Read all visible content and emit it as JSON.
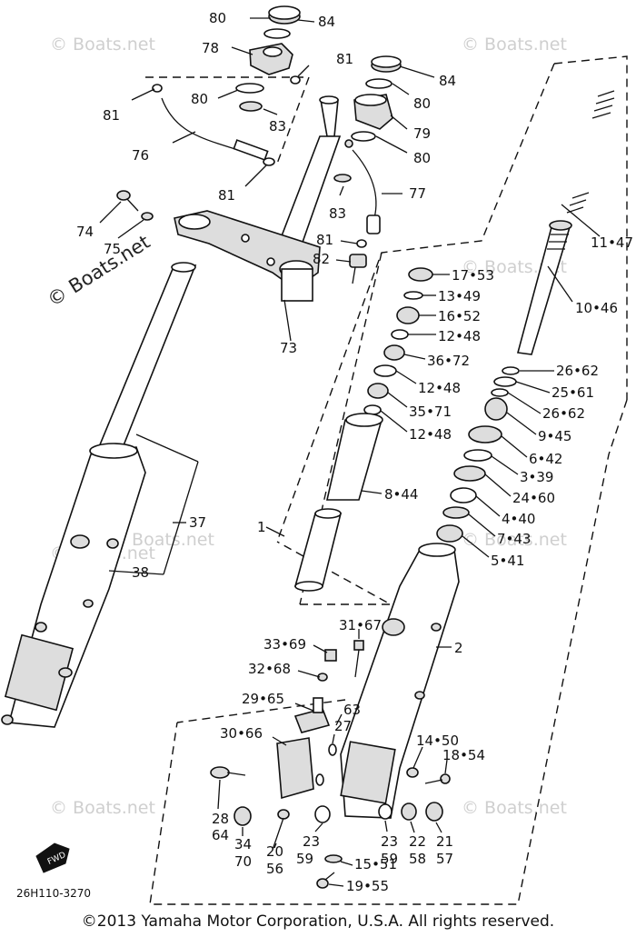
{
  "watermarks": [
    "© Boats.net",
    "© Boats.net",
    "© Boats.net",
    "© Boats.net",
    "© Boats.net",
    "© Boats.net",
    "© Boats.net",
    "© Boats.net"
  ],
  "watermark_main": "© Boats.net",
  "labels": {
    "p80a": "80",
    "p84a": "84",
    "p78": "78",
    "p81a": "81",
    "p81b": "81",
    "p80b": "80",
    "p83a": "83",
    "p84b": "84",
    "p80c": "80",
    "p79": "79",
    "p80d": "80",
    "p76": "76",
    "p81c": "81",
    "p77": "77",
    "p83b": "83",
    "p74": "74",
    "p75": "75",
    "p81d": "81",
    "p82": "82",
    "p73": "73",
    "p11": "11•47",
    "p10": "10•46",
    "p17": "17•53",
    "p13": "13•49",
    "p16": "16•52",
    "p12a": "12•48",
    "p36": "36•72",
    "p12b": "12•48",
    "p35": "35•71",
    "p12c": "12•48",
    "p26a": "26•62",
    "p25": "25•61",
    "p26b": "26•62",
    "p9": "9•45",
    "p6": "6•42",
    "p3": "3•39",
    "p24": "24•60",
    "p4": "4•40",
    "p7": "7•43",
    "p5": "5•41",
    "p8": "8•44",
    "p37": "37",
    "p38": "38",
    "p1": "1",
    "p2": "2",
    "p33": "33•69",
    "p31": "31•67",
    "p32": "32•68",
    "p29": "29•65",
    "p63": "63",
    "p27": "27",
    "p30": "30•66",
    "p14": "14•50",
    "p18": "18•54",
    "p28": "28",
    "p64": "64",
    "p34": "34",
    "p70": "70",
    "p20": "20",
    "p56": "56",
    "p23a": "23",
    "p59a": "59",
    "p23b": "23",
    "p59b": "59",
    "p22": "22",
    "p58": "58",
    "p21": "21",
    "p57": "57",
    "p15": "15•51",
    "p19": "19•55"
  },
  "fwd_badge": "FWD",
  "diagram_code": "26H110-3270",
  "copyright": "©2013 Yamaha Motor Corporation, U.S.A. All rights reserved."
}
